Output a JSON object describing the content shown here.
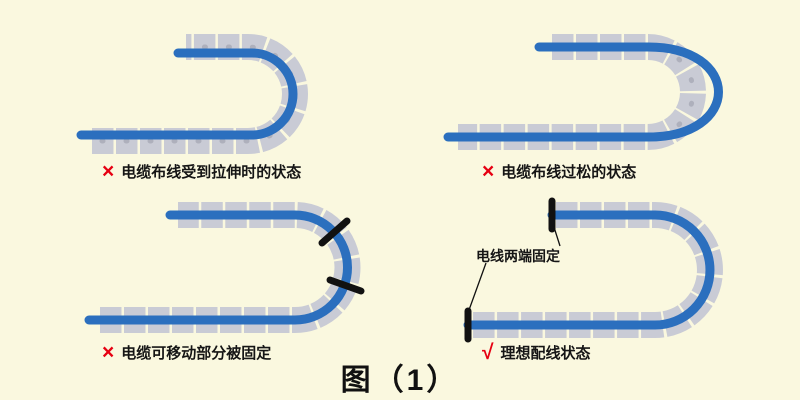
{
  "title": "图（1）",
  "colors": {
    "background": "#faf8df",
    "chain": "#c9cbd5",
    "chain_dot": "#aeb0bc",
    "cable": "#2b6fbe",
    "clamp": "#111111",
    "mark_red": "#e60012",
    "text": "#151515"
  },
  "panels": [
    {
      "id": "stretched",
      "mark": "×",
      "caption": "电缆布线受到拉伸时的状态"
    },
    {
      "id": "loose",
      "mark": "×",
      "caption": "电缆布线过松的状态"
    },
    {
      "id": "fixed-moving",
      "mark": "×",
      "caption": "电缆可移动部分被固定"
    },
    {
      "id": "ideal",
      "mark": "√",
      "caption": "理想配线状态",
      "annotation": "电线两端固定"
    }
  ]
}
